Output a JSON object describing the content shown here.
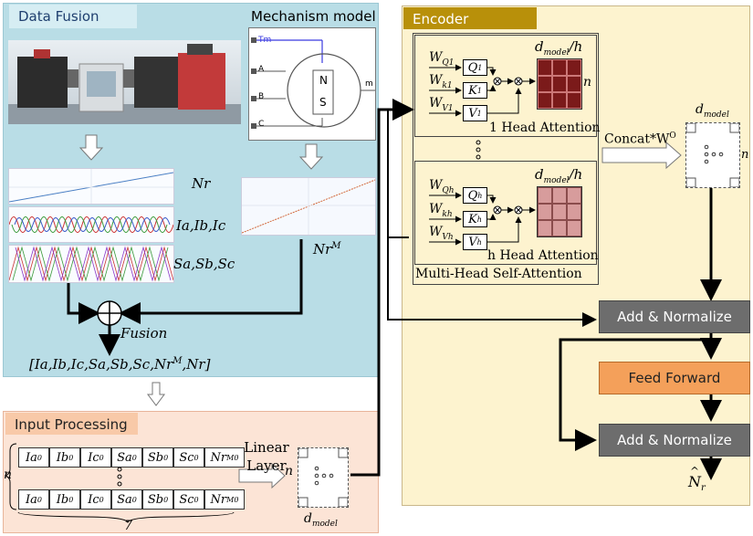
{
  "data_fusion": {
    "title": "Data Fusion",
    "mechanism_title": "Mechanism model",
    "signal_nr": "Nr",
    "signal_currents": "Ia,Ib,Ic",
    "signal_switches": "Sa,Sb,Sc",
    "signal_nrm": "Nr",
    "signal_nrm_sup": "M",
    "fusion_label": "Fusion",
    "fused_vector": "[Ia,Ib,Ic,Sa,Sb,Sc,Nr",
    "fused_vector_sup": "M",
    "fused_vector_end": ",Nr]",
    "motor_ports": [
      "Tm",
      "A",
      "B",
      "C"
    ],
    "motor_poles": [
      "N",
      "S"
    ],
    "motor_out": "m"
  },
  "input_processing": {
    "title": "Input Processing",
    "row_cells": [
      "Ia",
      "Ib",
      "Ic",
      "Sa",
      "Sb",
      "Sc",
      "Nr"
    ],
    "cell_sub": "0",
    "nr_sup": "M",
    "row_count_label": "n",
    "col_count_label": "7",
    "linear_layer": "Linear Layer",
    "out_rows_label": "n",
    "out_dim_label": "d",
    "out_dim_sub": "model"
  },
  "encoder": {
    "title": "Encoder",
    "head1": {
      "w_labels": [
        "W",
        "W",
        "W"
      ],
      "w_subs": [
        "Q1",
        "k1",
        "V1"
      ],
      "qkv": [
        "Q",
        "K",
        "V"
      ],
      "qkv_sub": "1",
      "dim_label": "d",
      "dim_sub": "model",
      "dim_div": "/h",
      "rows_label": "n",
      "name": "1 Head Attention"
    },
    "headh": {
      "w_labels": [
        "W",
        "W",
        "W"
      ],
      "w_subs": [
        "Qh",
        "kh",
        "Vh"
      ],
      "qkv": [
        "Q",
        "K",
        "V"
      ],
      "qkv_sub": "h",
      "dim_label": "d",
      "dim_sub": "model",
      "dim_div": "/h",
      "name": "h Head Attention"
    },
    "mhsa_label": "Multi-Head Self-Attention",
    "concat_label": "Concat*W",
    "concat_sup": "O",
    "concat_dim": "d",
    "concat_dim_sub": "model",
    "concat_rows": "n",
    "add_norm_1": "Add &  Normalize",
    "feed_forward": "Feed Forward",
    "add_norm_2": "Add &  Normalize",
    "output": "N",
    "output_sub": "r"
  },
  "colors": {
    "data_fusion_bg": "#b9dde6",
    "input_bg": "#fce4d6",
    "encoder_bg": "#fdf3cf",
    "encoder_tab": "#b8900a",
    "add_norm": "#6d6d6d",
    "feed_forward": "#f4a05a",
    "head1_matrix": "#7b1a1a",
    "headh_matrix": "#d79c9c"
  }
}
